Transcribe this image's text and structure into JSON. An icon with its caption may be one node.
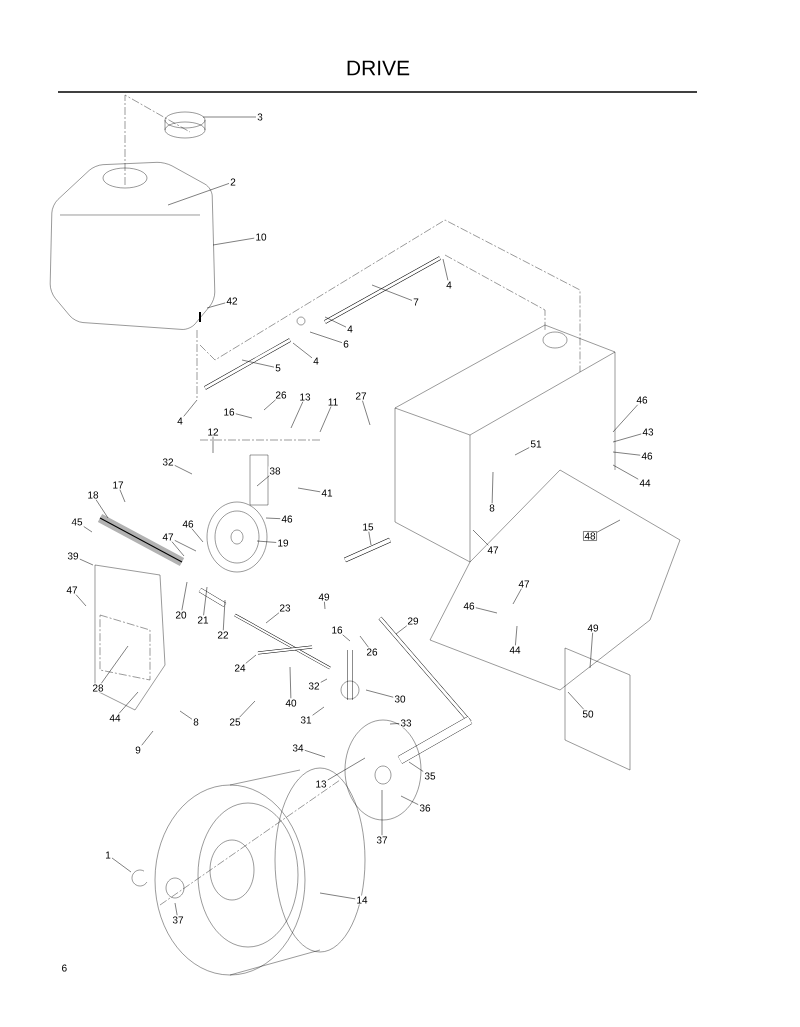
{
  "diagram": {
    "title": "DRIVE",
    "nodes": [
      {
        "text": [
          "3"
        ]
      },
      {
        "text": [
          "2"
        ]
      },
      {
        "text": [
          "10"
        ]
      },
      {
        "text": [
          "42"
        ]
      },
      {
        "text": [
          "7"
        ]
      },
      {
        "text": [
          "4"
        ]
      },
      {
        "text": [
          "4"
        ]
      },
      {
        "text": [
          "6"
        ]
      },
      {
        "text": [
          "4"
        ]
      },
      {
        "text": [
          "5"
        ]
      },
      {
        "text": [
          "4"
        ]
      },
      {
        "text": [
          "26"
        ]
      },
      {
        "text": [
          "16"
        ]
      },
      {
        "text": [
          "13"
        ]
      },
      {
        "text": [
          "11"
        ]
      },
      {
        "text": [
          "27"
        ]
      },
      {
        "text": [
          "12"
        ]
      },
      {
        "text": [
          "32"
        ]
      },
      {
        "text": [
          "38"
        ]
      },
      {
        "text": [
          "41"
        ]
      },
      {
        "text": [
          "46"
        ]
      },
      {
        "text": [
          "43"
        ]
      },
      {
        "text": [
          "46"
        ]
      },
      {
        "text": [
          "44"
        ]
      },
      {
        "text": [
          "51"
        ]
      },
      {
        "text": [
          "8"
        ]
      },
      {
        "text": [
          "17"
        ]
      },
      {
        "text": [
          "18"
        ]
      },
      {
        "text": [
          "45"
        ]
      },
      {
        "text": [
          "46"
        ]
      },
      {
        "text": [
          "47"
        ]
      },
      {
        "text": [
          "46"
        ]
      },
      {
        "text": [
          "19"
        ]
      },
      {
        "text": [
          "15"
        ]
      },
      {
        "text": [
          "47"
        ]
      },
      {
        "text": [
          "48"
        ]
      },
      {
        "text": [
          "39"
        ]
      },
      {
        "text": [
          "47"
        ]
      },
      {
        "text": [
          "20"
        ]
      },
      {
        "text": [
          "21"
        ]
      },
      {
        "text": [
          "22"
        ]
      },
      {
        "text": [
          "23"
        ]
      },
      {
        "text": [
          "49"
        ]
      },
      {
        "text": [
          "29"
        ]
      },
      {
        "text": [
          "47"
        ]
      },
      {
        "text": [
          "46"
        ]
      },
      {
        "text": [
          "16"
        ]
      },
      {
        "text": [
          "26"
        ]
      },
      {
        "text": [
          "44"
        ]
      },
      {
        "text": [
          "49"
        ]
      },
      {
        "text": [
          "28"
        ]
      },
      {
        "text": [
          "24"
        ]
      },
      {
        "text": [
          "40"
        ]
      },
      {
        "text": [
          "32"
        ]
      },
      {
        "text": [
          "30"
        ]
      },
      {
        "text": [
          "50"
        ]
      },
      {
        "text": [
          "44"
        ]
      },
      {
        "text": [
          "8"
        ]
      },
      {
        "text": [
          "25"
        ]
      },
      {
        "text": [
          "31"
        ]
      },
      {
        "text": [
          "33"
        ]
      },
      {
        "text": [
          "9"
        ]
      },
      {
        "text": [
          "34"
        ]
      },
      {
        "text": [
          "35"
        ]
      },
      {
        "text": [
          "13"
        ]
      },
      {
        "text": [
          "36"
        ]
      },
      {
        "text": [
          "37"
        ]
      },
      {
        "text": [
          "1"
        ]
      },
      {
        "text": [
          "14"
        ]
      },
      {
        "text": [
          "37"
        ]
      }
    ],
    "edges": [
      {
        "from": 0,
        "to": null,
        "arrow": "none"
      },
      {
        "from": 1,
        "to": null,
        "arrow": "none"
      },
      {
        "from": 2,
        "to": null,
        "arrow": "none"
      },
      {
        "from": 3,
        "to": null,
        "arrow": "none"
      },
      {
        "from": 4,
        "to": null,
        "arrow": "none"
      },
      {
        "from": 5,
        "to": null,
        "arrow": "none"
      },
      {
        "from": 6,
        "to": null,
        "arrow": "none"
      },
      {
        "from": 7,
        "to": null,
        "arrow": "none"
      },
      {
        "from": 8,
        "to": null,
        "arrow": "none"
      },
      {
        "from": 9,
        "to": null,
        "arrow": "none"
      },
      {
        "from": 10,
        "to": null,
        "arrow": "none"
      },
      {
        "from": 11,
        "to": null,
        "arrow": "none"
      },
      {
        "from": 12,
        "to": null,
        "arrow": "none"
      },
      {
        "from": 13,
        "to": null,
        "arrow": "none"
      },
      {
        "from": 14,
        "to": null,
        "arrow": "none"
      },
      {
        "from": 15,
        "to": null,
        "arrow": "none"
      },
      {
        "from": 16,
        "to": null,
        "arrow": "none"
      },
      {
        "from": 17,
        "to": null,
        "arrow": "none"
      },
      {
        "from": 18,
        "to": null,
        "arrow": "none"
      },
      {
        "from": 19,
        "to": null,
        "arrow": "none"
      },
      {
        "from": 20,
        "to": null,
        "arrow": "none"
      },
      {
        "from": 21,
        "to": null,
        "arrow": "none"
      },
      {
        "from": 22,
        "to": null,
        "arrow": "none"
      },
      {
        "from": 23,
        "to": null,
        "arrow": "none"
      },
      {
        "from": 24,
        "to": null,
        "arrow": "none"
      },
      {
        "from": 25,
        "to": null,
        "arrow": "none"
      },
      {
        "from": 26,
        "to": null,
        "arrow": "none"
      },
      {
        "from": 27,
        "to": null,
        "arrow": "none"
      },
      {
        "from": 28,
        "to": null,
        "arrow": "none"
      },
      {
        "from": 29,
        "to": null,
        "arrow": "none"
      },
      {
        "from": 30,
        "to": null,
        "arrow": "none"
      },
      {
        "from": 30,
        "to": null,
        "arrow": "none"
      },
      {
        "from": 31,
        "to": null,
        "arrow": "none"
      },
      {
        "from": 32,
        "to": null,
        "arrow": "none"
      },
      {
        "from": 33,
        "to": null,
        "arrow": "none"
      },
      {
        "from": 34,
        "to": null,
        "arrow": "none"
      },
      {
        "from": 35,
        "to": null,
        "arrow": "none"
      },
      {
        "from": 36,
        "to": null,
        "arrow": "none"
      },
      {
        "from": 37,
        "to": null,
        "arrow": "none"
      },
      {
        "from": 38,
        "to": null,
        "arrow": "none"
      },
      {
        "from": 39,
        "to": null,
        "arrow": "none"
      },
      {
        "from": 40,
        "to": null,
        "arrow": "none"
      },
      {
        "from": 41,
        "to": null,
        "arrow": "none"
      },
      {
        "from": 42,
        "to": null,
        "arrow": "none"
      },
      {
        "from": 43,
        "to": null,
        "arrow": "none"
      },
      {
        "from": 44,
        "to": null,
        "arrow": "none"
      },
      {
        "from": 45,
        "to": null,
        "arrow": "none"
      },
      {
        "from": 46,
        "to": null,
        "arrow": "none"
      },
      {
        "from": 47,
        "to": null,
        "arrow": "none"
      },
      {
        "from": 48,
        "to": null,
        "arrow": "none"
      },
      {
        "from": 49,
        "to": null,
        "arrow": "none"
      },
      {
        "from": 50,
        "to": null,
        "arrow": "none"
      },
      {
        "from": 51,
        "to": null,
        "arrow": "none"
      },
      {
        "from": 52,
        "to": null,
        "arrow": "none"
      },
      {
        "from": 53,
        "to": null,
        "arrow": "none"
      },
      {
        "from": 54,
        "to": null,
        "arrow": "none"
      },
      {
        "from": 55,
        "to": null,
        "arrow": "none"
      },
      {
        "from": 56,
        "to": null,
        "arrow": "none"
      },
      {
        "from": 57,
        "to": null,
        "arrow": "none"
      },
      {
        "from": 58,
        "to": null,
        "arrow": "none"
      },
      {
        "from": 59,
        "to": null,
        "arrow": "none"
      },
      {
        "from": 60,
        "to": null,
        "arrow": "none"
      },
      {
        "from": 61,
        "to": null,
        "arrow": "none"
      },
      {
        "from": 62,
        "to": null,
        "arrow": "none"
      },
      {
        "from": 63,
        "to": null,
        "arrow": "none"
      },
      {
        "from": 64,
        "to": null,
        "arrow": "none"
      },
      {
        "from": 65,
        "to": null,
        "arrow": "none"
      },
      {
        "from": 66,
        "to": null,
        "arrow": "none"
      },
      {
        "from": 67,
        "to": null,
        "arrow": "none"
      },
      {
        "from": 68,
        "to": null,
        "arrow": "none"
      },
      {
        "from": 69,
        "to": null,
        "arrow": "none"
      }
    ],
    "labels": [
      "6"
    ]
  }
}
